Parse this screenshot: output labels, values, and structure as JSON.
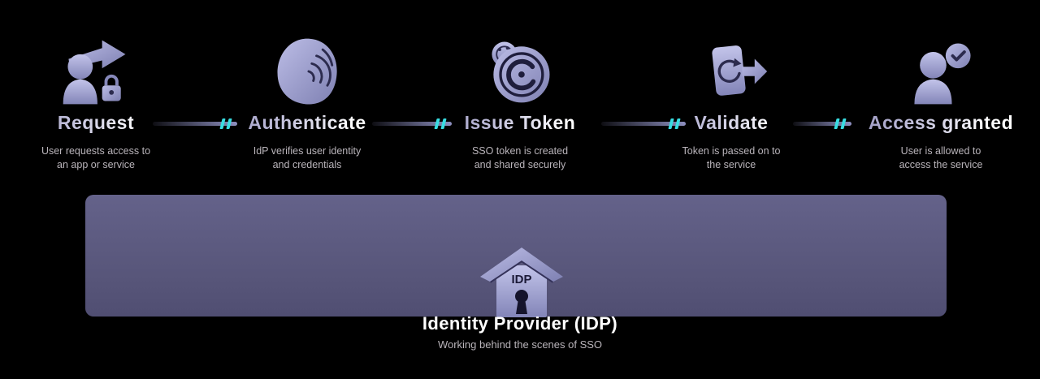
{
  "steps": [
    {
      "title": "Request",
      "line1": "User requests access to",
      "line2": "an app or service",
      "icon": "user-request-arrow-icon"
    },
    {
      "title": "Authenticate",
      "line1": "IdP verifies user identity",
      "line2": "and credentials",
      "icon": "fingerprint-sphere-icon"
    },
    {
      "title": "Issue Token",
      "line1": "SSO token is created",
      "line2": "and shared securely",
      "icon": "secure-token-icon"
    },
    {
      "title": "Validate",
      "line1": "Token is passed on to",
      "line2": "the service",
      "icon": "device-sync-arrow-icon"
    },
    {
      "title": "Access granted",
      "line1": "User is allowed to",
      "line2": "access the service",
      "icon": "user-check-icon"
    }
  ],
  "idp": {
    "house_label": "IDP",
    "title": "Identity Provider (IDP)",
    "subtitle": "Working behind the scenes of SSO"
  },
  "colors": {
    "background": "#000000",
    "icon_light": "#b7b9e2",
    "icon_dark": "#8082b4",
    "line_detail": "#2c2b4e",
    "arrow": "#8d8fc0",
    "chevron_accent": "#38dde2",
    "panel": "#575579",
    "title_text": "#ffffff",
    "subtitle_text": "#b9b4ba"
  }
}
